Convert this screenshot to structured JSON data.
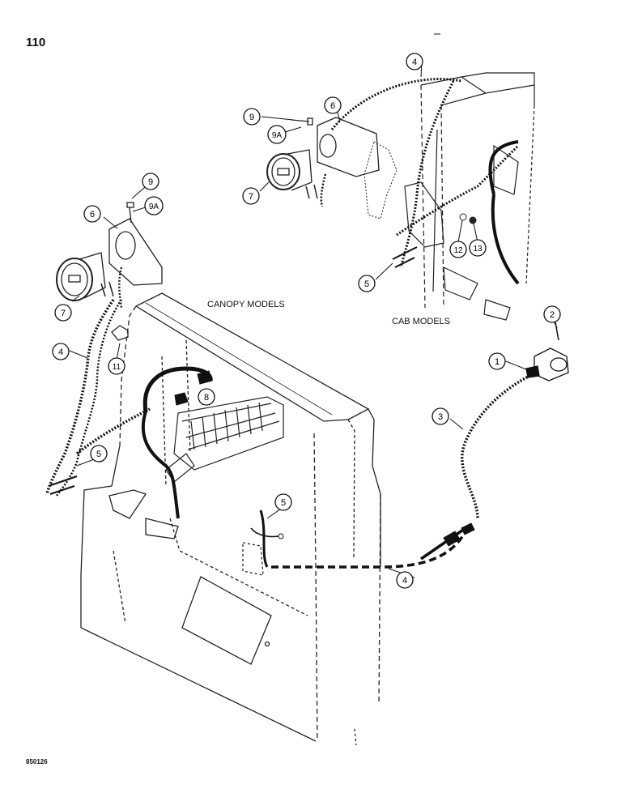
{
  "page_number": "110",
  "figure_code": "850126",
  "sections": {
    "canopy": "CANOPY MODELS",
    "cab": "CAB MODELS"
  },
  "callouts": [
    "1",
    "2",
    "3",
    "4",
    "5",
    "6",
    "7",
    "8",
    "9",
    "9A",
    "11",
    "12",
    "13"
  ]
}
